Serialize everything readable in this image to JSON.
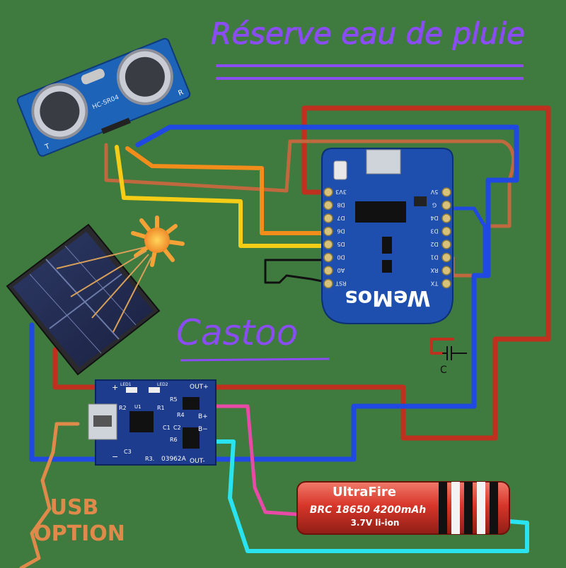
{
  "title": "Réserve eau de pluie",
  "author": "Castoo",
  "usb_option": {
    "line1": "USB",
    "line2": "OPTION"
  },
  "sensor": {
    "model": "HC-SR04",
    "pin_left": "T",
    "pin_right": "R"
  },
  "wemos": {
    "logo": "WeMos",
    "left_pins": [
      "3V3",
      "D8",
      "D7",
      "D6",
      "D5",
      "D0",
      "A0",
      "RST"
    ],
    "right_pins": [
      "5V",
      "G",
      "D4",
      "D3",
      "D2",
      "D1",
      "RX",
      "TX"
    ]
  },
  "charger": {
    "top_labels": {
      "plus": "+",
      "led1": "LED1",
      "led2": "LED2",
      "out_plus": "OUT+"
    },
    "bottom_labels": {
      "minus": "−",
      "out_minus": "OUT-",
      "b_plus": "B+",
      "b_minus": "B−"
    },
    "components": [
      "R2",
      "R1",
      "R5",
      "C1",
      "C2",
      "R4",
      "R6",
      "R3.",
      "C3",
      "U1"
    ],
    "code": "03962A"
  },
  "capacitor": {
    "label": "C"
  },
  "battery": {
    "brand": "UltraFire",
    "model": "BRC 18650 4200mAh",
    "spec": "3.7V li-ion"
  },
  "colors": {
    "board": "#3f7a3e",
    "wire_red": "#c0301f",
    "wire_blue": "#1f49e0",
    "wire_orange": "#f28c1b",
    "wire_yellow": "#f5cc16",
    "wire_brown": "#c0693e",
    "wire_pink": "#e84aa8",
    "wire_cyan": "#29e3f0",
    "title_purple": "#8a4df2",
    "usb_orange": "#df8a4a",
    "module_blue": "#1e4fae"
  }
}
